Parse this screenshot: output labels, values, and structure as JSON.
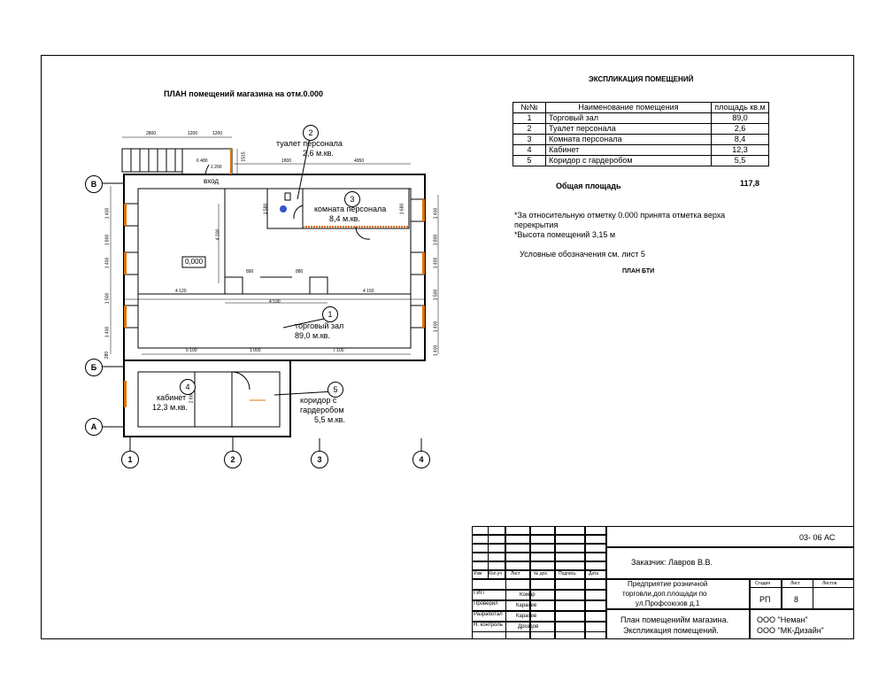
{
  "plan": {
    "title": "ПЛАН помещений магазина на отм.0.000",
    "elevation_mark": "0,000",
    "entrance": "вход",
    "rooms": [
      {
        "num": "1",
        "name": "торговый зал",
        "area": "89,0 м.кв."
      },
      {
        "num": "2",
        "name": "туалет персонала",
        "area": "2,6 м.кв."
      },
      {
        "num": "3",
        "name": "комната персонала",
        "area": "8,4 м.кв."
      },
      {
        "num": "4",
        "name": "кабинет",
        "area": "12,3 м.кв."
      },
      {
        "num": "5",
        "name": "коридор с\nгардеробом",
        "area": "5,5 м.кв."
      }
    ],
    "axes_letters": [
      "В",
      "Б",
      "А"
    ],
    "axes_numbers": [
      "1",
      "2",
      "3",
      "4"
    ],
    "dims": {
      "top": [
        "2800",
        "1200",
        "1200"
      ],
      "top2": [
        "1800",
        "4950"
      ],
      "d6480": "6 480",
      "d1200": "1 200",
      "d1515": "1515",
      "d4200": "4 200",
      "d1580": "1 580",
      "d1680": "1 680",
      "d890": "890",
      "d880": "880",
      "d4120": "4 120",
      "d4150": "4 150",
      "d4530": "4 530",
      "bottom": [
        "5 100",
        "1 000",
        "7 100"
      ],
      "d2800": "2 800",
      "d280": "280",
      "left": [
        "1 400",
        "1 800",
        "1 400",
        "1 500",
        "1 400"
      ],
      "right": [
        "1 400",
        "1 800",
        "1 400",
        "1 500",
        "1 400",
        "1 400"
      ]
    }
  },
  "explication": {
    "title": "ЭКСПЛИКАЦИЯ ПОМЕЩЕНИЙ",
    "headers": [
      "№№",
      "Наименование помещения",
      "площадь кв.м"
    ],
    "rows": [
      [
        "1",
        "Торговый зал",
        "89,0"
      ],
      [
        "2",
        "Туалет персонала",
        "2,6"
      ],
      [
        "3",
        "Комната персонала",
        "8,4"
      ],
      [
        "4",
        "Кабинет",
        "12,3"
      ],
      [
        "5",
        "Коридор с гардеробом",
        "5,5"
      ]
    ],
    "total_label": "Общая площадь",
    "total_value": "117,8"
  },
  "notes": {
    "n1": "*За относительную отметку 0.000 принята отметка верха",
    "n1b": "перекрытия",
    "n2": "*Высота помещений 3,15 м",
    "n3": "Условные обозначения см. лист 5",
    "n4": "ПЛАН БТИ"
  },
  "stamp": {
    "code": "03- 06 АС",
    "customer": "Заказчик: Лавров В.В.",
    "header_cols": [
      "Изм",
      "Кол.уч",
      "Лист",
      "№ док.",
      "Подпись",
      "Дата"
    ],
    "roles": [
      "ГИП",
      "Проверил",
      "Разработал",
      "Н. контроль"
    ],
    "names": [
      "Комар",
      "Карасев",
      "Карасев",
      "Дроздов"
    ],
    "project": [
      "Предприятие розничной",
      "торговли,доп.площади по",
      "ул.Профсоюзов д.1"
    ],
    "stage_label": "Стадия",
    "sheet_label": "Лист",
    "sheets_label": "Листов",
    "stage": "РП",
    "sheet": "8",
    "drawing": [
      "План помещенийм магазина.",
      "Экспликация помещений."
    ],
    "org": [
      "ООО \"Неман\"",
      "ООО \"МК-Дизайн\""
    ]
  }
}
